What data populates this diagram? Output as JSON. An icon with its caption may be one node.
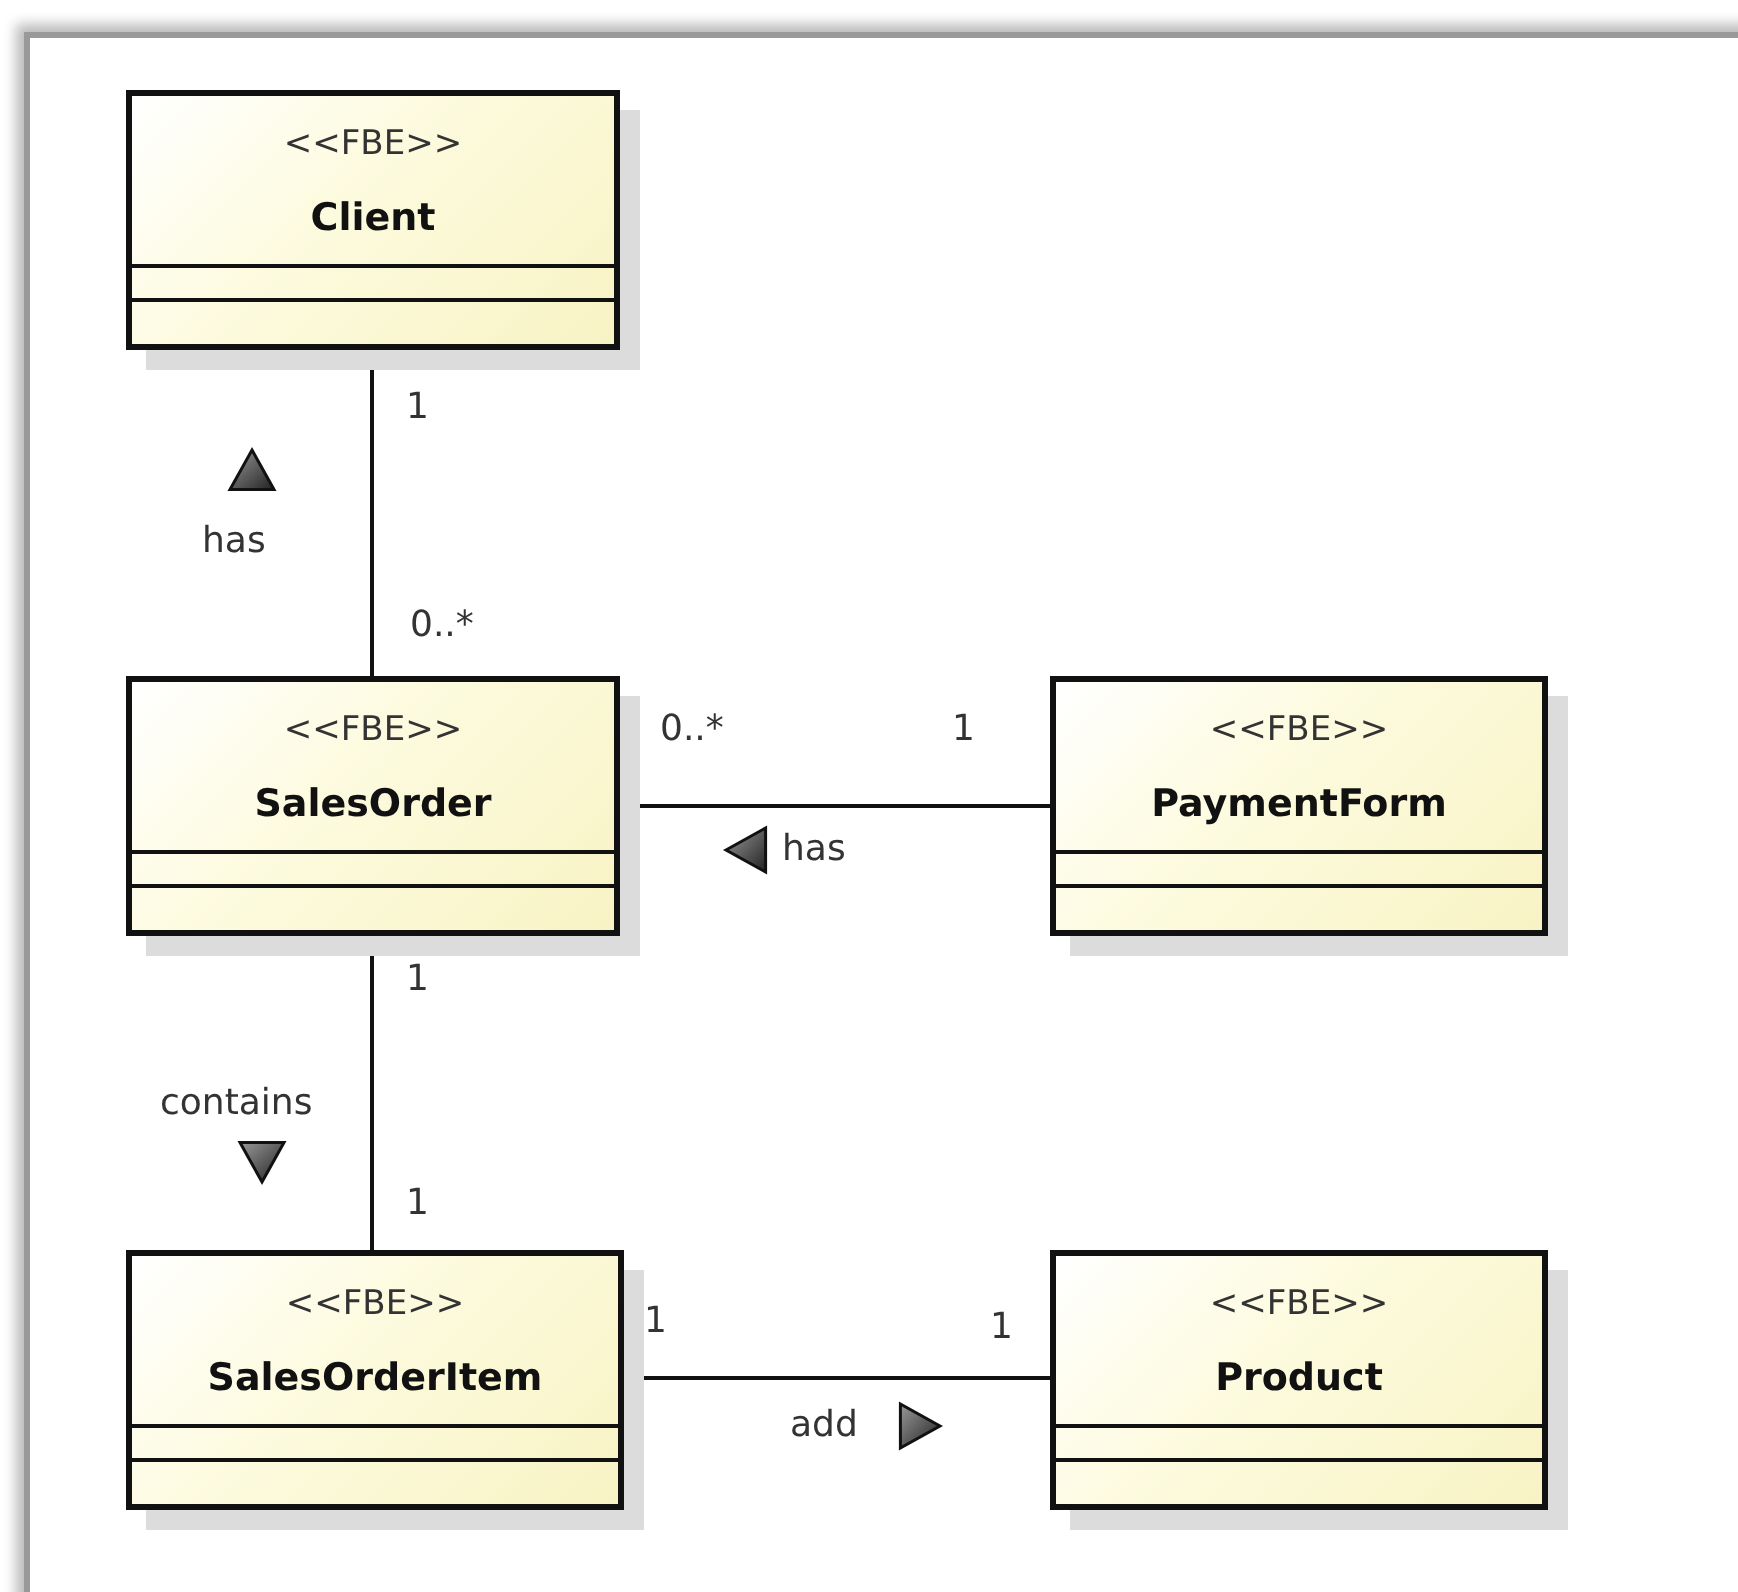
{
  "diagram": {
    "nodes": [
      {
        "text": [
          "<<FBE>>",
          "Client"
        ]
      },
      {
        "text": [
          "<<FBE>>",
          "SalesOrder"
        ]
      },
      {
        "text": [
          "<<FBE>>",
          "PaymentForm"
        ]
      },
      {
        "text": [
          "<<FBE>>",
          "SalesOrderItem"
        ]
      },
      {
        "text": [
          "<<FBE>>",
          "Product"
        ]
      }
    ],
    "edges": [
      {
        "from": 0,
        "to": 1,
        "arrow": "none",
        "label": "has"
      },
      {
        "from": 2,
        "to": 1,
        "arrow": "none",
        "label": "has"
      },
      {
        "from": 1,
        "to": 3,
        "arrow": "none",
        "label": "contains"
      },
      {
        "from": 3,
        "to": 4,
        "arrow": "none",
        "label": "add"
      }
    ],
    "labels": [
      "1",
      "0..*",
      "0..*",
      "1",
      "1",
      "1",
      "1",
      "1"
    ]
  }
}
